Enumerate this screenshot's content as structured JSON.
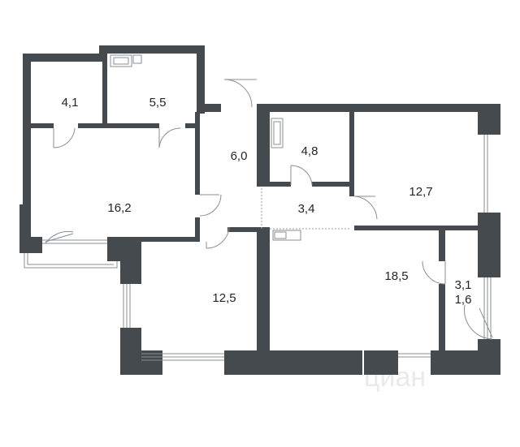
{
  "plan": {
    "rooms": [
      {
        "id": "room-1",
        "area": "4,1"
      },
      {
        "id": "room-2",
        "area": "5,5"
      },
      {
        "id": "room-3",
        "area": "6,0"
      },
      {
        "id": "room-4",
        "area": "4,8"
      },
      {
        "id": "room-5",
        "area": "12,7"
      },
      {
        "id": "room-6",
        "area": "16,2"
      },
      {
        "id": "room-7",
        "area": "3,4"
      },
      {
        "id": "room-8",
        "area": "18,5"
      },
      {
        "id": "room-9",
        "area": "3,1"
      },
      {
        "id": "room-10",
        "area": "1,6"
      },
      {
        "id": "room-11",
        "area": "12,5"
      }
    ],
    "watermark": "циан"
  }
}
